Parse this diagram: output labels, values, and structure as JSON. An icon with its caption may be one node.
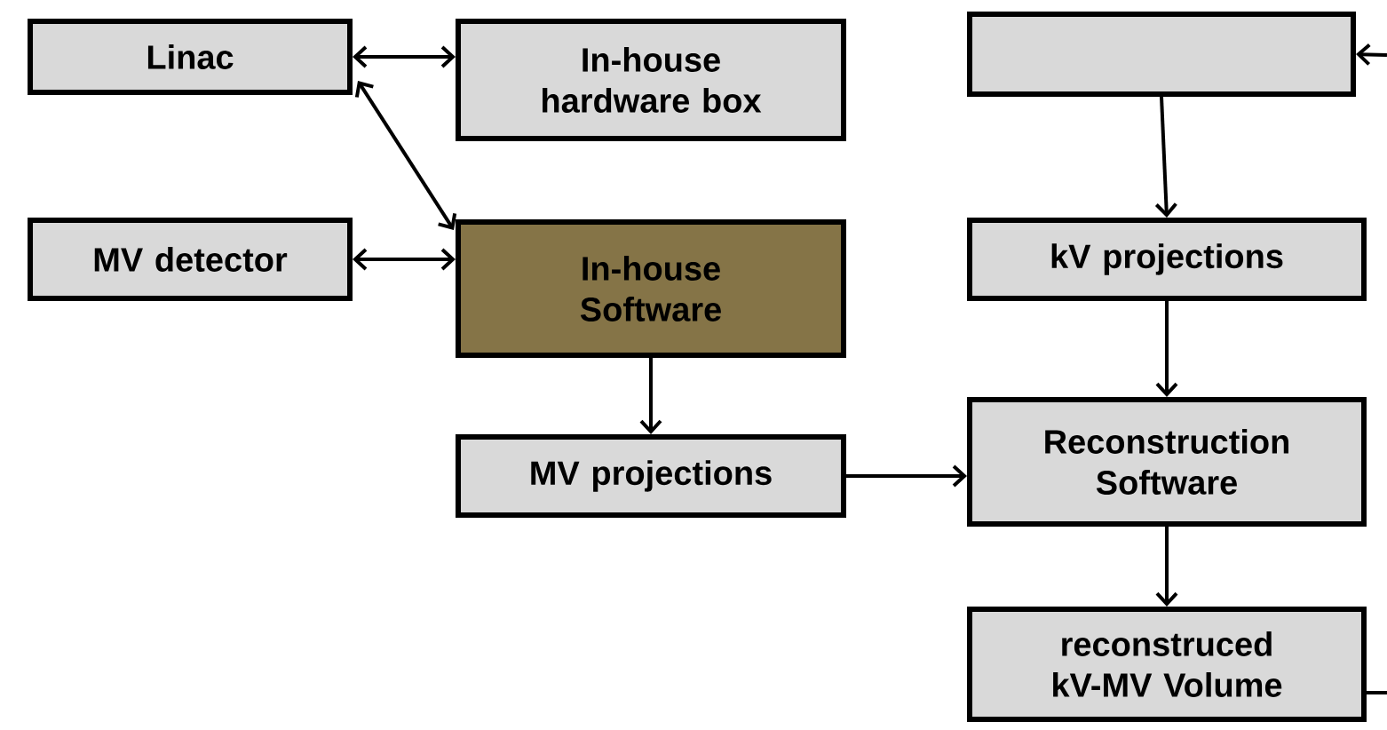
{
  "diagram": {
    "nodes": [
      {
        "text": [
          "Linac"
        ]
      },
      {
        "text": [
          "In-house hardware box"
        ]
      },
      {
        "text": [],
        "shape": "box"
      },
      {
        "text": [
          "MV detector"
        ]
      },
      {
        "text": [
          "In-house Software"
        ]
      },
      {
        "text": [
          "kV projections"
        ]
      },
      {
        "text": [
          "MV projections"
        ]
      },
      {
        "text": [
          "Reconstruction Software"
        ]
      },
      {
        "text": [
          "reconstruced kV-MV Volume"
        ]
      }
    ],
    "edges": [
      {
        "from": 0,
        "to": 1,
        "arrow": "both"
      },
      {
        "from": 0,
        "to": 4,
        "arrow": "both"
      },
      {
        "from": 3,
        "to": 4,
        "arrow": "both"
      },
      {
        "from": 4,
        "to": 6,
        "arrow": "to"
      },
      {
        "from": 6,
        "to": 7,
        "arrow": "to"
      },
      {
        "from": 2,
        "to": 5,
        "arrow": "to"
      },
      {
        "from": 5,
        "to": 7,
        "arrow": "to"
      },
      {
        "from": 7,
        "to": 8,
        "arrow": "to"
      },
      {
        "from": null,
        "to": 2,
        "arrow": "to"
      },
      {
        "from": 8,
        "to": null,
        "arrow": "none"
      }
    ]
  }
}
